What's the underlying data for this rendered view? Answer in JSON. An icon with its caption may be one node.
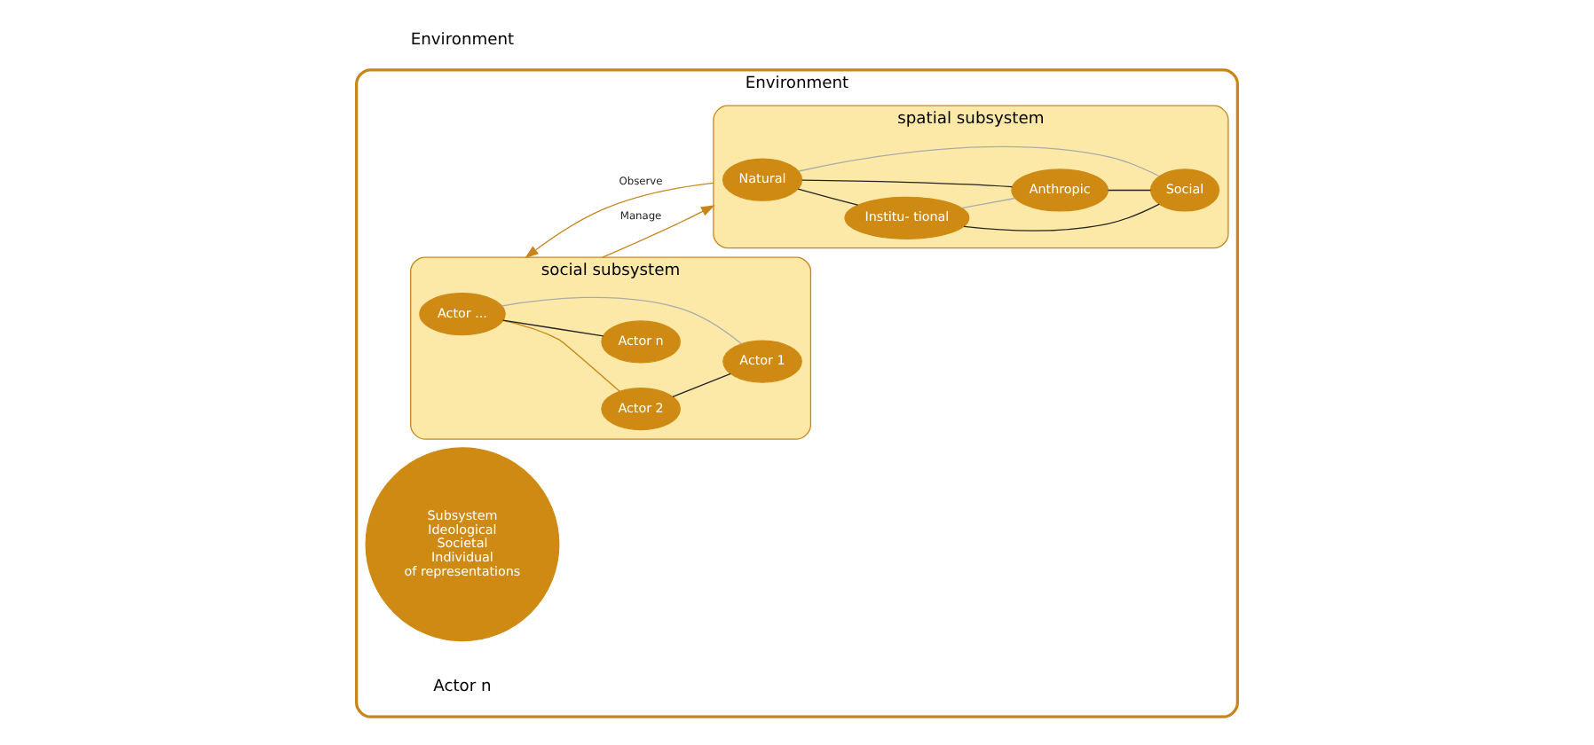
{
  "diagram": {
    "nodes": [
      {
        "text": [
          "Environment"
        ]
      },
      {
        "text": [
          "social subsystem"
        ],
        "in": 0
      },
      {
        "text": [
          "Actor ..."
        ],
        "in": 1
      },
      {
        "text": [
          "Actor 2"
        ],
        "in": 1
      },
      {
        "text": [
          "Actor n"
        ],
        "in": 1
      },
      {
        "text": [
          "Actor 1"
        ],
        "in": 1
      },
      {
        "text": [
          "Subsystem",
          "Ideological",
          "Societal",
          "Individual",
          "of representations"
        ],
        "in": 0
      },
      {
        "text": [
          "spatial subsystem"
        ],
        "in": 0
      },
      {
        "text": [
          "Natural"
        ],
        "in": 7
      },
      {
        "text": [
          "Institu- tional"
        ],
        "in": 7
      },
      {
        "text": [
          "Anthropic"
        ],
        "in": 7
      },
      {
        "text": [
          "Social"
        ],
        "in": 7
      }
    ],
    "edges": [
      {
        "from": 2,
        "to": 3,
        "arrow": "none",
        "color": "#c8861a"
      },
      {
        "from": 2,
        "to": 4,
        "arrow": "none"
      },
      {
        "from": 3,
        "to": 5,
        "arrow": "none"
      },
      {
        "from": 2,
        "to": 5,
        "arrow": "none",
        "color": "#aaaaaa"
      },
      {
        "from": 1,
        "to": 7,
        "arrow": "to",
        "label": "Manage",
        "color": "#c8861a"
      },
      {
        "from": 7,
        "to": 1,
        "arrow": "to",
        "label": "Observe",
        "color": "#c8861a"
      },
      {
        "from": 8,
        "to": 9,
        "arrow": "none"
      },
      {
        "from": 8,
        "to": 10,
        "arrow": "none"
      },
      {
        "from": 9,
        "to": 11,
        "arrow": "none"
      },
      {
        "from": 10,
        "to": 11,
        "arrow": "none"
      },
      {
        "from": 8,
        "to": 11,
        "arrow": "none",
        "color": "#aaaaaa"
      },
      {
        "from": 9,
        "to": 10,
        "arrow": "none",
        "color": "#aaaaaa"
      }
    ],
    "labels": [
      "Actor n",
      "Environment"
    ]
  }
}
